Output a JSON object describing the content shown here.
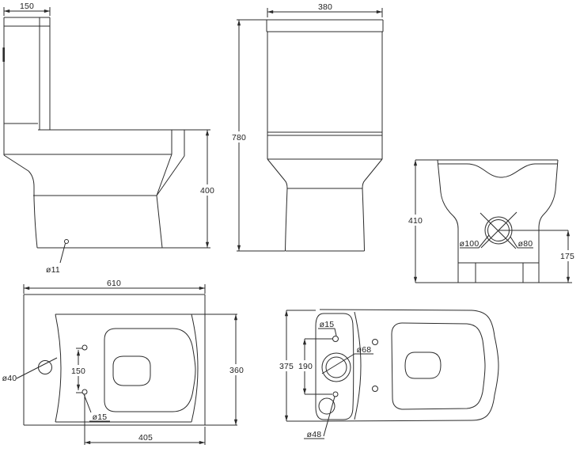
{
  "drawing": {
    "subject": "close-coupled toilet technical dimension drawing",
    "background_color": "#ffffff",
    "line_color": "#2b2b2b",
    "views_count": 5
  },
  "views": {
    "side": {
      "name": "side elevation",
      "dim_cistern_depth": "150",
      "dim_pan_height": "400",
      "label_fixing_hole_dia": "ø11"
    },
    "front": {
      "name": "front elevation",
      "dim_cistern_width": "380",
      "dim_total_height": "780"
    },
    "back": {
      "name": "rear elevation",
      "dim_height": "410",
      "label_outlet_outer_dia": "ø100",
      "label_outlet_inner_dia": "ø80",
      "dim_outlet_center_height": "175"
    },
    "plan": {
      "name": "plan view",
      "dim_total_length": "610",
      "dim_pan_width": "360",
      "label_supply_hole_dia": "ø40",
      "dim_fixing_hole_spacing": "150",
      "label_fixing_hole_dia": "ø15",
      "dim_fixing_to_front": "405"
    },
    "cistern_plan": {
      "name": "plan view with cistern",
      "dim_pan_width": "375",
      "dim_hole_spacing": "190",
      "label_cistern_lid_hole_dia": "ø15",
      "label_flush_button_dia": "ø68",
      "label_inlet_hole_dia": "ø48"
    }
  }
}
